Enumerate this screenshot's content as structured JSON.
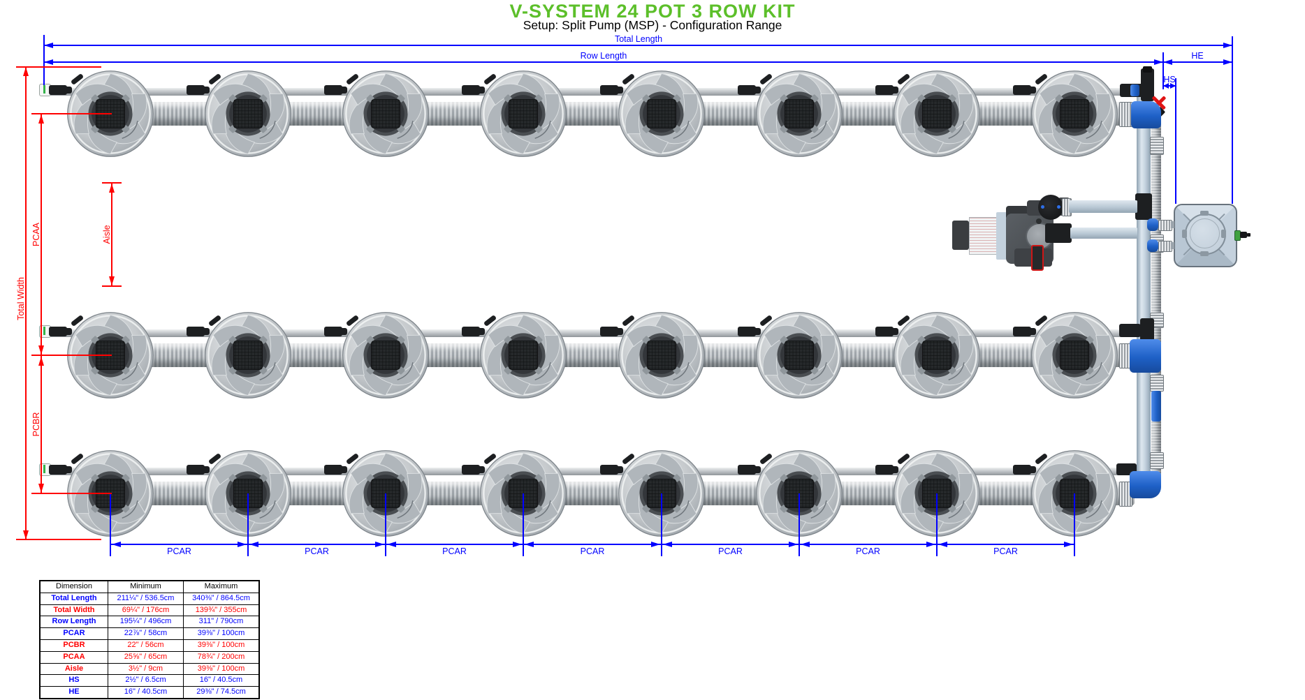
{
  "title": "V-SYSTEM 24 POT 3 ROW KIT",
  "subtitle": "Setup: Split Pump (MSP) - Configuration Range",
  "colors": {
    "accent_green": "#5cbf2a",
    "dim_blue": "#0000ff",
    "dim_red": "#ff0000"
  },
  "system": {
    "total_pots": 24,
    "rows": 3,
    "pots_per_row": 8,
    "pcar_segments": 7
  },
  "dim_labels": {
    "total_length": "Total Length",
    "row_length": "Row Length",
    "he": "HE",
    "hs": "HS",
    "pcar": "PCAR",
    "total_width": "Total Width",
    "pcaa": "PCAA",
    "pcbr": "PCBR",
    "aisle": "Aisle"
  },
  "table": {
    "headers": [
      "Dimension",
      "Minimum",
      "Maximum"
    ],
    "rows": [
      {
        "name": "Total Length",
        "min": "211¼\" / 536.5cm",
        "max": "340⅜\" / 864.5cm",
        "color": "blue"
      },
      {
        "name": "Total Width",
        "min": "69¼\" / 176cm",
        "max": "139¾\" / 355cm",
        "color": "red"
      },
      {
        "name": "Row Length",
        "min": "195¼\" / 496cm",
        "max": "311\" / 790cm",
        "color": "blue"
      },
      {
        "name": "PCAR",
        "min": "22⅞\" / 58cm",
        "max": "39⅜\" / 100cm",
        "color": "blue"
      },
      {
        "name": "PCBR",
        "min": "22\" / 56cm",
        "max": "39⅜\" / 100cm",
        "color": "red"
      },
      {
        "name": "PCAA",
        "min": "25⅝\" / 65cm",
        "max": "78¾\" / 200cm",
        "color": "red"
      },
      {
        "name": "Aisle",
        "min": "3½\" / 9cm",
        "max": "39⅜\" / 100cm",
        "color": "red"
      },
      {
        "name": "HS",
        "min": "2½\" / 6.5cm",
        "max": "16\" / 40.5cm",
        "color": "blue"
      },
      {
        "name": "HE",
        "min": "16\" / 40.5cm",
        "max": "29⅜\" / 74.5cm",
        "color": "blue"
      }
    ]
  }
}
